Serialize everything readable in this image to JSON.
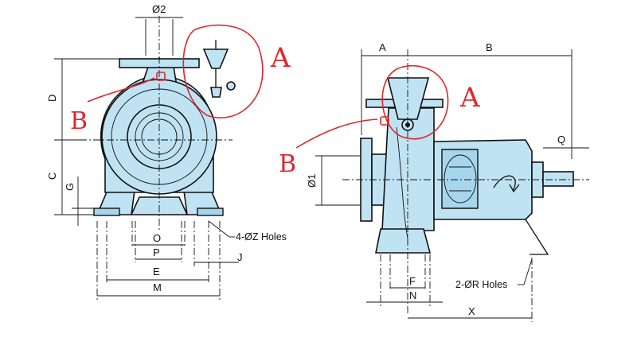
{
  "front_view": {
    "dims": {
      "phi2": "Ø2",
      "D": "D",
      "C": "C",
      "G": "G",
      "O": "O",
      "P": "P",
      "E": "E",
      "M": "M",
      "J": "J"
    },
    "holes_note": "4-ØZ Holes",
    "markers": {
      "A": "A",
      "B": "B"
    }
  },
  "side_view": {
    "dims": {
      "A": "A",
      "B": "B",
      "Q": "Q",
      "phi1": "Ø1",
      "F": "F",
      "N": "N",
      "X": "X"
    },
    "holes_note": "2-ØR Holes",
    "markers": {
      "A": "A",
      "B": "B"
    }
  },
  "colors": {
    "pump_fill": "#bfe3f3",
    "annotation_red": "#e0262c",
    "line": "#111111"
  }
}
